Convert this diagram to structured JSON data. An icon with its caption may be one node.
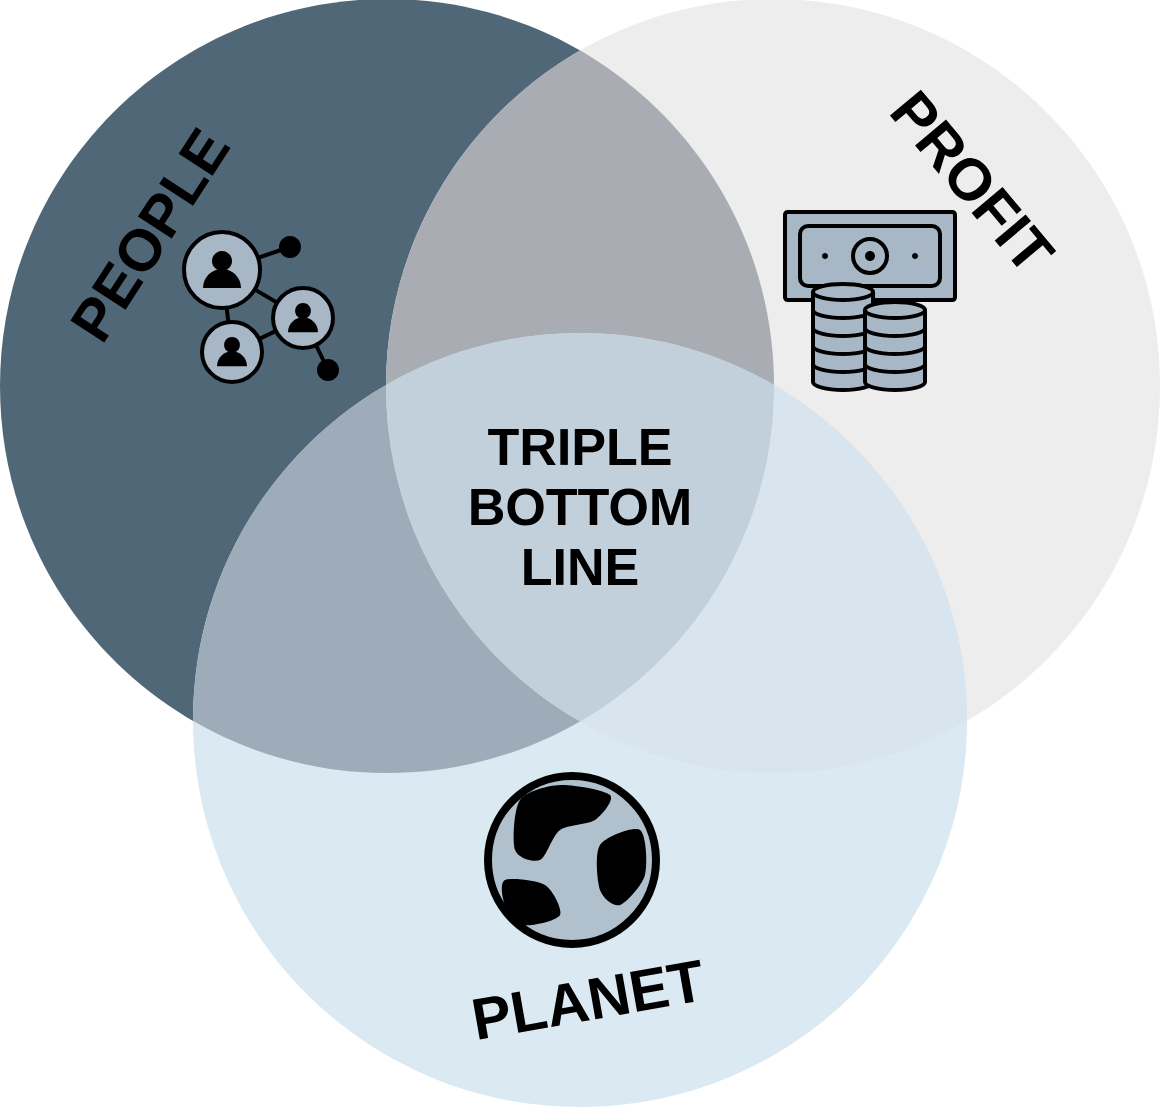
{
  "diagram": {
    "nodes": [
      {
        "text": [
          "PEOPLE"
        ]
      },
      {
        "text": [
          "PROFIT"
        ]
      },
      {
        "text": [
          "PLANET"
        ]
      }
    ],
    "labels": [
      "TRIPLE BOTTOM LINE"
    ]
  }
}
